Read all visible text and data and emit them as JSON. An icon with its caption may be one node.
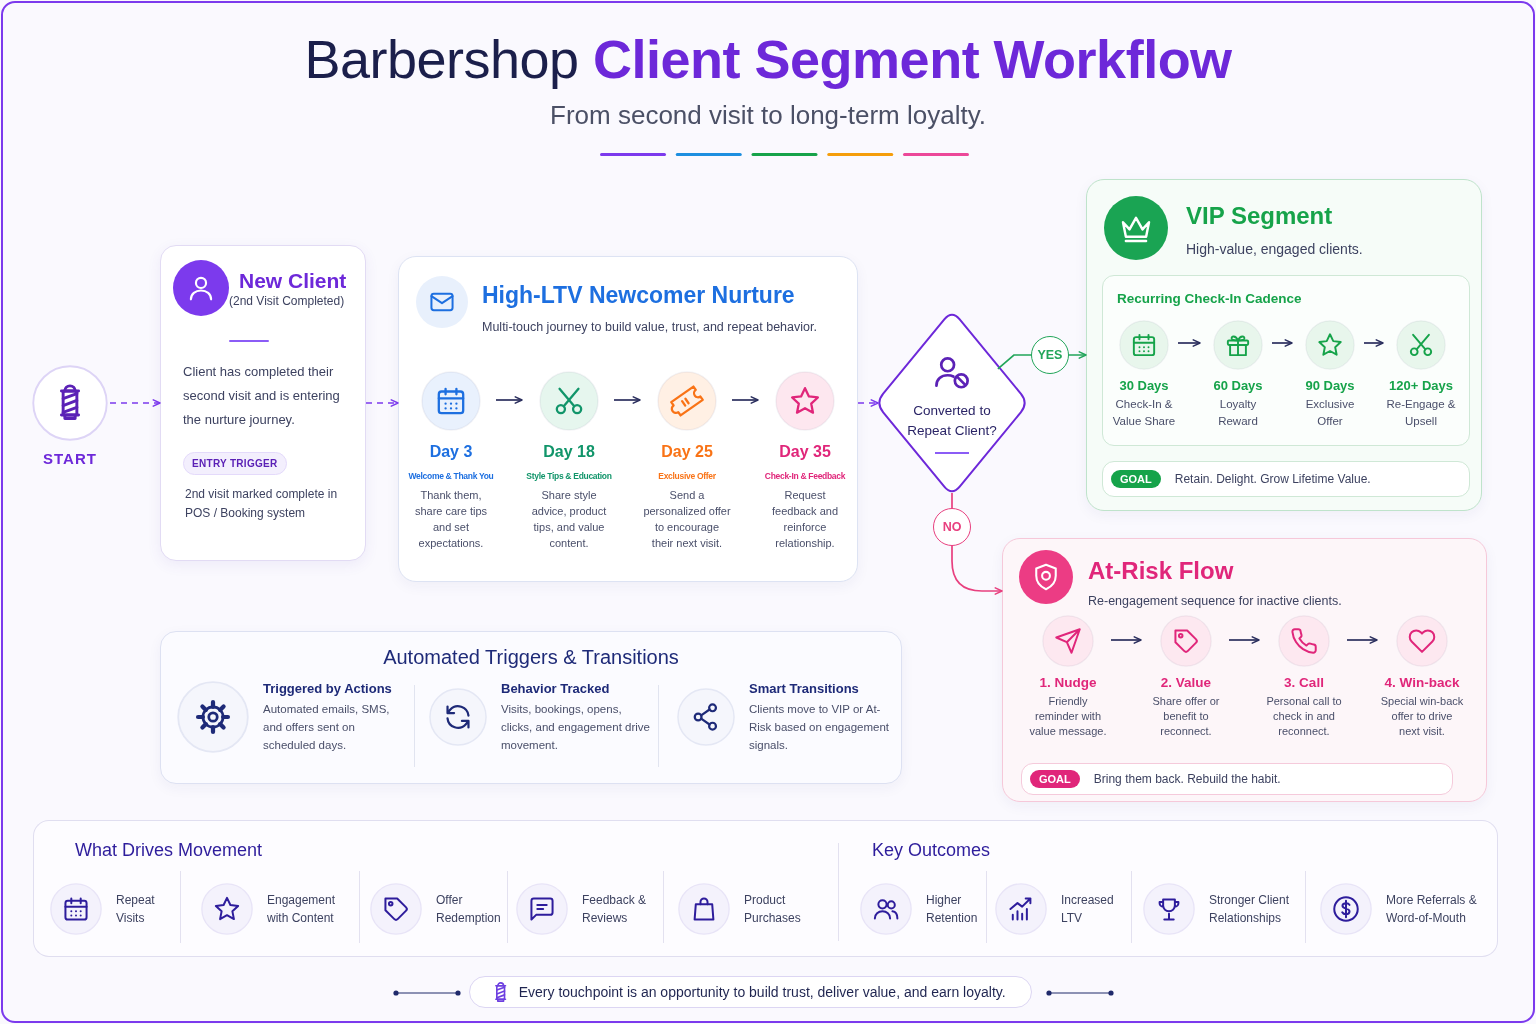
{
  "diagram": {
    "title": "Barbershop **Client Segment Workflow**",
    "nodes": [
      {
        "text": [
          "START"
        ]
      },
      {
        "text": [
          "New Client",
          "(2nd Visit Completed)",
          "Client has completed their second visit and is entering the nurture journey.",
          "ENTRY TRIGGER",
          "2nd visit marked complete in POS / Booking system"
        ]
      },
      {
        "text": [
          "High-LTV Newcomer Nurture",
          "Multi-touch journey to build value, trust, and repeat behavior."
        ]
      },
      {
        "text": [
          "Day 3",
          "Welcome & Thank You",
          "Thank them, share care tips and set expectations."
        ],
        "in": 2
      },
      {
        "text": [
          "Day 18",
          "Style Tips & Education",
          "Share style advice, product tips, and value content."
        ],
        "in": 2
      },
      {
        "text": [
          "Day 25",
          "Exclusive Offer",
          "Send a personalized offer to encourage their next visit."
        ],
        "in": 2
      },
      {
        "text": [
          "Day 35",
          "Check-In & Feedback",
          "Request feedback and reinforce relationship."
        ],
        "in": 2
      },
      {
        "text": [
          "Converted to Repeat Client?"
        ]
      },
      {
        "text": [
          "VIP Segment",
          "High-value, engaged clients."
        ]
      },
      {
        "text": [
          "Recurring Check-In Cadence"
        ],
        "in": 8
      },
      {
        "text": [
          "30 Days",
          "Check-In & Value Share"
        ],
        "in": 9
      },
      {
        "text": [
          "60 Days",
          "Loyalty Reward"
        ],
        "in": 9
      },
      {
        "text": [
          "90 Days",
          "Exclusive Offer"
        ],
        "in": 9
      },
      {
        "text": [
          "120+ Days",
          "Re-Engage & Upsell"
        ],
        "in": 9
      },
      {
        "text": [
          "GOAL",
          "Retain. Delight. Grow Lifetime Value."
        ],
        "in": 8
      },
      {
        "text": [
          "At-Risk Flow",
          "Re-engagement sequence for inactive clients."
        ]
      },
      {
        "text": [
          "1. Nudge",
          "Friendly reminder with value message."
        ],
        "in": 15
      },
      {
        "text": [
          "2. Value",
          "Share offer or benefit to reconnect."
        ],
        "in": 15
      },
      {
        "text": [
          "3. Call",
          "Personal call to check in and reconnect."
        ],
        "in": 15
      },
      {
        "text": [
          "4. Win-back",
          "Special win-back offer to drive next visit."
        ],
        "in": 15
      },
      {
        "text": [
          "GOAL",
          "Bring them back. Rebuild the habit."
        ],
        "in": 15
      },
      {
        "text": [
          "Automated Triggers & Transitions"
        ]
      },
      {
        "text": [
          "Triggered by Actions",
          "Automated emails, SMS, and offers sent on scheduled days."
        ],
        "in": 21
      },
      {
        "text": [
          "Behavior Tracked",
          "Visits, bookings, opens, clicks, and engagement drive movement."
        ],
        "in": 21
      },
      {
        "text": [
          "Smart Transitions",
          "Clients move to VIP or At-Risk based on engagement signals."
        ],
        "in": 21
      },
      {
        "text": [
          "What Drives Movement"
        ]
      },
      {
        "text": [
          "Repeat Visits"
        ],
        "in": 25
      },
      {
        "text": [
          "Engagement with Content"
        ],
        "in": 25
      },
      {
        "text": [
          "Offer Redemption"
        ],
        "in": 25
      },
      {
        "text": [
          "Feedback & Reviews"
        ],
        "in": 25
      },
      {
        "text": [
          "Product Purchases"
        ],
        "in": 25
      },
      {
        "text": [
          "Key Outcomes"
        ]
      },
      {
        "text": [
          "Higher Retention"
        ],
        "in": 31
      },
      {
        "text": [
          "Increased LTV"
        ],
        "in": 31
      },
      {
        "text": [
          "Stronger Client Relationships"
        ],
        "in": 31
      },
      {
        "text": [
          "More Referrals & Word-of-Mouth"
        ],
        "in": 31
      },
      {
        "text": [
          "Every touchpoint is an opportunity to build trust, deliver value, and earn loyalty."
        ]
      }
    ],
    "edges": [
      {
        "from": 0,
        "to": 1,
        "arrow": "to",
        "style": "dashed",
        "color": "#7c3aed"
      },
      {
        "from": 1,
        "to": 2,
        "arrow": "to",
        "style": "dashed",
        "color": "#7c3aed"
      },
      {
        "from": 3,
        "to": 4,
        "arrow": "to"
      },
      {
        "from": 4,
        "to": 5,
        "arrow": "to"
      },
      {
        "from": 5,
        "to": 6,
        "arrow": "to"
      },
      {
        "from": 2,
        "to": 7,
        "arrow": "to",
        "style": "dashed",
        "color": "#7c3aed"
      },
      {
        "from": 7,
        "to": 8,
        "arrow": "to",
        "label": "YES",
        "color": "#22a55a"
      },
      {
        "from": 7,
        "to": 15,
        "arrow": "to",
        "label": "NO",
        "color": "#e8407f"
      },
      {
        "from": 10,
        "to": 11,
        "arrow": "to"
      },
      {
        "from": 11,
        "to": 12,
        "arrow": "to"
      },
      {
        "from": 12,
        "to": 13,
        "arrow": "to"
      },
      {
        "from": 16,
        "to": 17,
        "arrow": "to"
      },
      {
        "from": 17,
        "to": 18,
        "arrow": "to"
      },
      {
        "from": 18,
        "to": 19,
        "arrow": "to"
      }
    ],
    "labels": [
      "From second visit to long-term loyalty."
    ]
  }
}
